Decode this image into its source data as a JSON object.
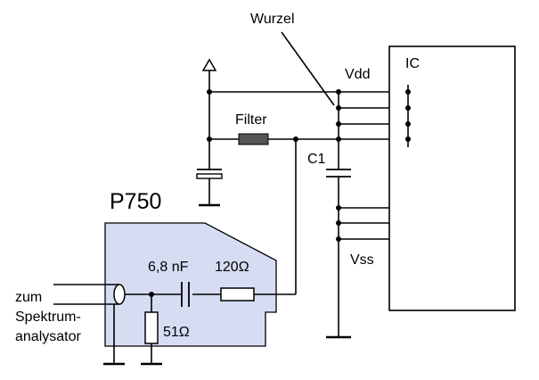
{
  "labels": {
    "wurzel": "Wurzel",
    "ic": "IC",
    "vdd": "Vdd",
    "filter": "Filter",
    "c1": "C1",
    "p750": "P750",
    "cap": "6,8 nF",
    "r120": "120Ω",
    "r51": "51Ω",
    "vss": "Vss",
    "zum": "zum",
    "spektrum": "Spektrum-",
    "analysator": "analysator"
  },
  "colors": {
    "probe_fill": "#d6ddf3",
    "ferrite_fill": "#555555",
    "wire": "#000000"
  }
}
